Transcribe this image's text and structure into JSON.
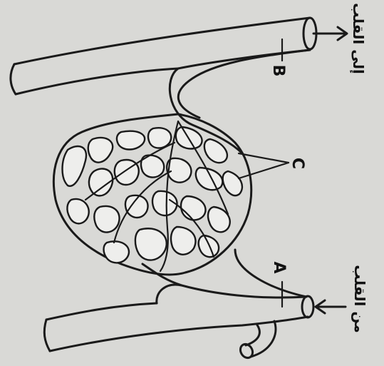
{
  "labels": {
    "a": "A",
    "b": "B",
    "c": "C",
    "to_heart": "إلى القلب",
    "from_heart": "من القلب"
  }
}
